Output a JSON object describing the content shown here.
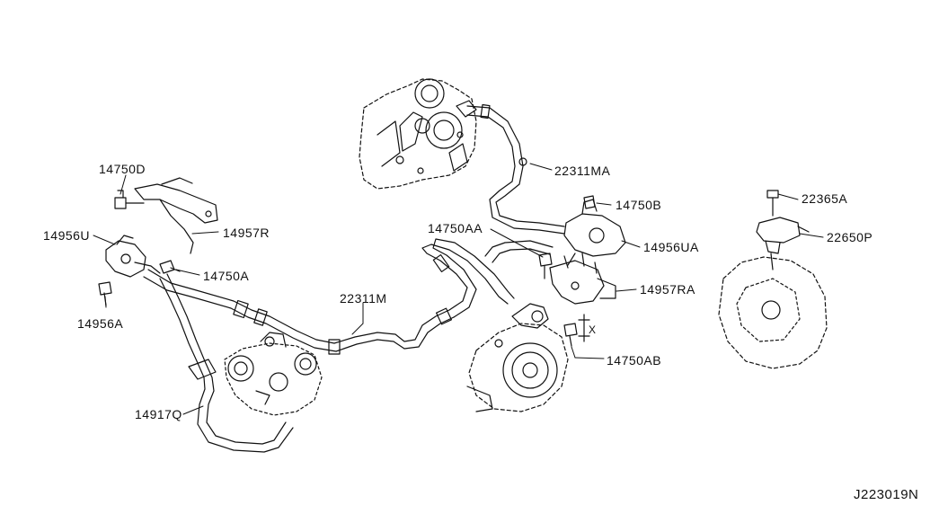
{
  "labels": {
    "p14750D": "14750D",
    "p14956U": "14956U",
    "p14957R": "14957R",
    "p14750A": "14750A",
    "p14956A": "14956A",
    "p14917Q": "14917Q",
    "p22311M": "22311M",
    "p22311MA": "22311MA",
    "p14750B": "14750B",
    "p14750AA": "14750AA",
    "p14956UA": "14956UA",
    "p14957RA": "14957RA",
    "p14750AB": "14750AB",
    "p22365A": "22365A",
    "p22650P": "22650P",
    "dim_x": "X"
  },
  "diagram_ref": "J223019N"
}
